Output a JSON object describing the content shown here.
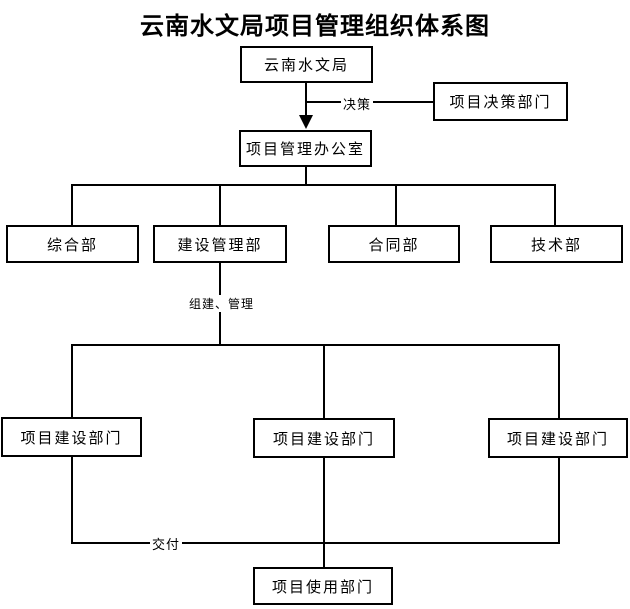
{
  "title": "云南水文局项目管理组织体系图",
  "chart": {
    "type": "org-chart",
    "nodes": {
      "hq": {
        "label": "云南水文局"
      },
      "decision_dept": {
        "label": "项目决策部门"
      },
      "pmo": {
        "label": "项目管理办公室"
      },
      "general_dept": {
        "label": "综合部"
      },
      "construction_mgmt_dept": {
        "label": "建设管理部"
      },
      "contract_dept": {
        "label": "合同部"
      },
      "tech_dept": {
        "label": "技术部"
      },
      "project_build_dept_1": {
        "label": "项目建设部门"
      },
      "project_build_dept_2": {
        "label": "项目建设部门"
      },
      "project_build_dept_3": {
        "label": "项目建设部门"
      },
      "project_use_dept": {
        "label": "项目使用部门"
      }
    },
    "edge_labels": {
      "decision": "决策",
      "organize_manage": "组建、管理",
      "delivery": "交付"
    },
    "colors": {
      "line": "#000000",
      "background": "#ffffff",
      "text": "#000000"
    }
  }
}
